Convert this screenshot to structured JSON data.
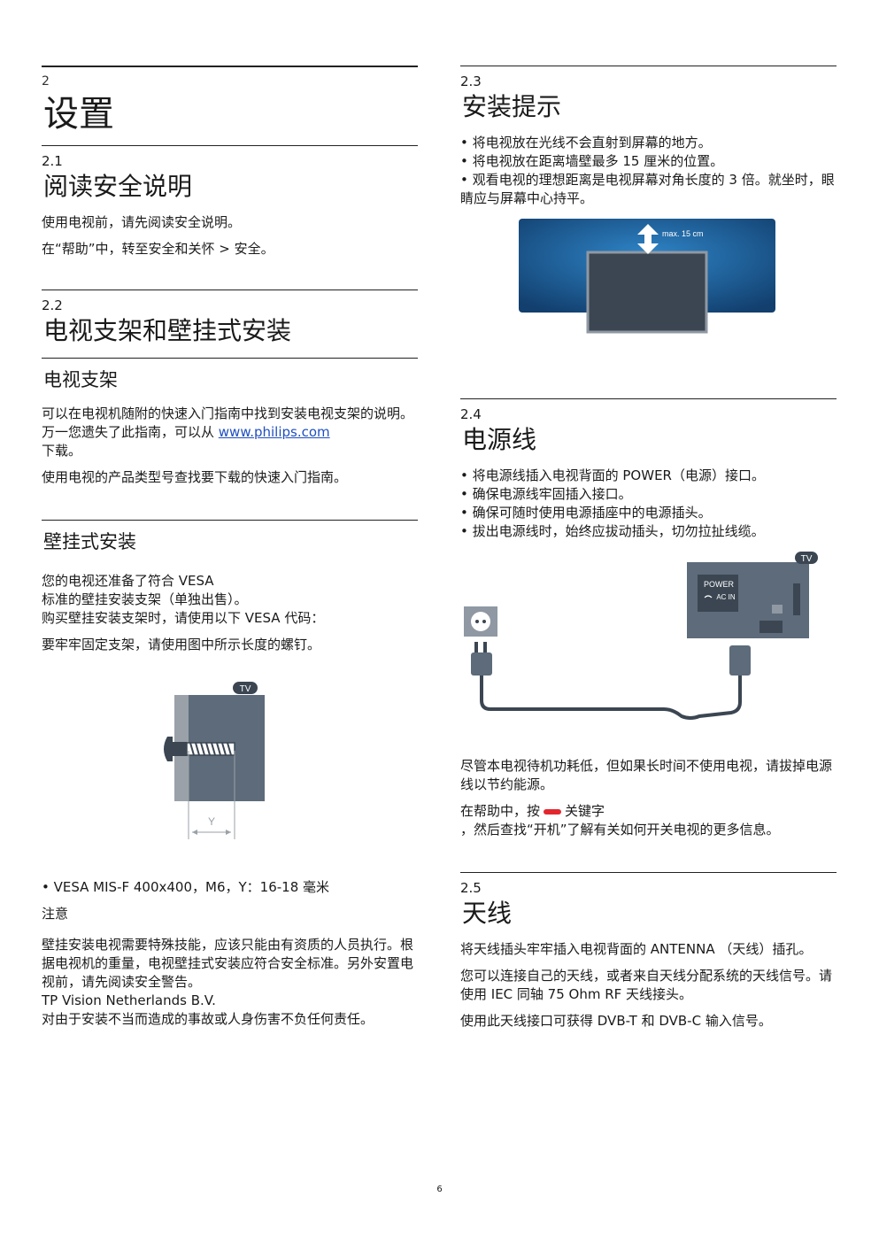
{
  "left": {
    "chapter": {
      "number": "2",
      "title": "设置"
    },
    "s21": {
      "number": "2.1",
      "title": "阅读安全说明",
      "p1": "使用电视前，请先阅读安全说明。",
      "p2": "在“帮助”中，转至安全和关怀 > 安全。"
    },
    "s22": {
      "number": "2.2",
      "title": "电视支架和壁挂式安装",
      "stand_title": "电视支架",
      "stand_p1_a": "可以在电视机随附的快速入门指南中找到安装电视支架的说明。万一您遗失了此指南，可以从 ",
      "stand_link": "www.philips.com",
      "stand_p1_b": "下载。",
      "stand_p2": "使用电视的产品类型号查找要下载的快速入门指南。",
      "wall_title": "壁挂式安装",
      "wall_p1_l1": "您的电视还准备了符合 VESA",
      "wall_p1_l2": "标准的壁挂安装支架（单独出售）。",
      "wall_p1_l3": "购买壁挂安装支架时，请使用以下 VESA 代码：",
      "wall_p2": "要牢牢固定支架，请使用图中所示长度的螺钉。",
      "fig_tv_label": "TV",
      "fig_y_label": "Y",
      "vesa_bullet": "• VESA MIS-F 400x400，M6，Y：16-18 毫米",
      "note_label": "注意",
      "note_p1": "壁挂安装电视需要特殊技能，应该只能由有资质的人员执行。根据电视机的重量，电视壁挂式安装应符合安全标准。另外安置电视前，请先阅读安全警告。",
      "note_p2": "TP Vision Netherlands B.V.",
      "note_p3": "对由于安装不当而造成的事故或人身伤害不负任何责任。"
    }
  },
  "right": {
    "s23": {
      "number": "2.3",
      "title": "安装提示",
      "bullets": [
        "• 将电视放在光线不会直射到屏幕的地方。",
        "• 将电视放在距离墙壁最多 15 厘米的位置。",
        "• 观看电视的理想距离是电视屏幕对角长度的 3 倍。就坐时，眼睛应与屏幕中心持平。"
      ],
      "fig_label": "max. 15 cm"
    },
    "s24": {
      "number": "2.4",
      "title": "电源线",
      "bullets": [
        "• 将电源线插入电视背面的 POWER（电源）接口。",
        "• 确保电源线牢固插入接口。",
        "• 确保可随时使用电源插座中的电源插头。",
        "• 拔出电源线时，始终应拔动插头，切勿拉扯线缆。"
      ],
      "fig_tv_label": "TV",
      "fig_power_label": "POWER",
      "fig_ac_label": "AC IN",
      "p1": "尽管本电视待机功耗低，但如果长时间不使用电视，请拔掉电源线以节约能源。",
      "p2_a": "在帮助中，按",
      "p2_b": "关键字",
      "p2_c": "，然后查找“开机”了解有关如何开关电视的更多信息。"
    },
    "s25": {
      "number": "2.5",
      "title": "天线",
      "p1": "将天线插头牢牢插入电视背面的 ANTENNA （天线）插孔。",
      "p2": "您可以连接自己的天线，或者来自天线分配系统的天线信号。请使用 IEC 同轴 75 Ohm RF 天线接头。",
      "p3": "使用此天线接口可获得 DVB-T 和 DVB-C 输入信号。"
    }
  },
  "page_number": "6",
  "colors": {
    "accent_red": "#e3262e",
    "link_blue": "#1f4fbf",
    "tv_gray": "#5d6b7a",
    "wall_blue": "#1f6fb0"
  }
}
